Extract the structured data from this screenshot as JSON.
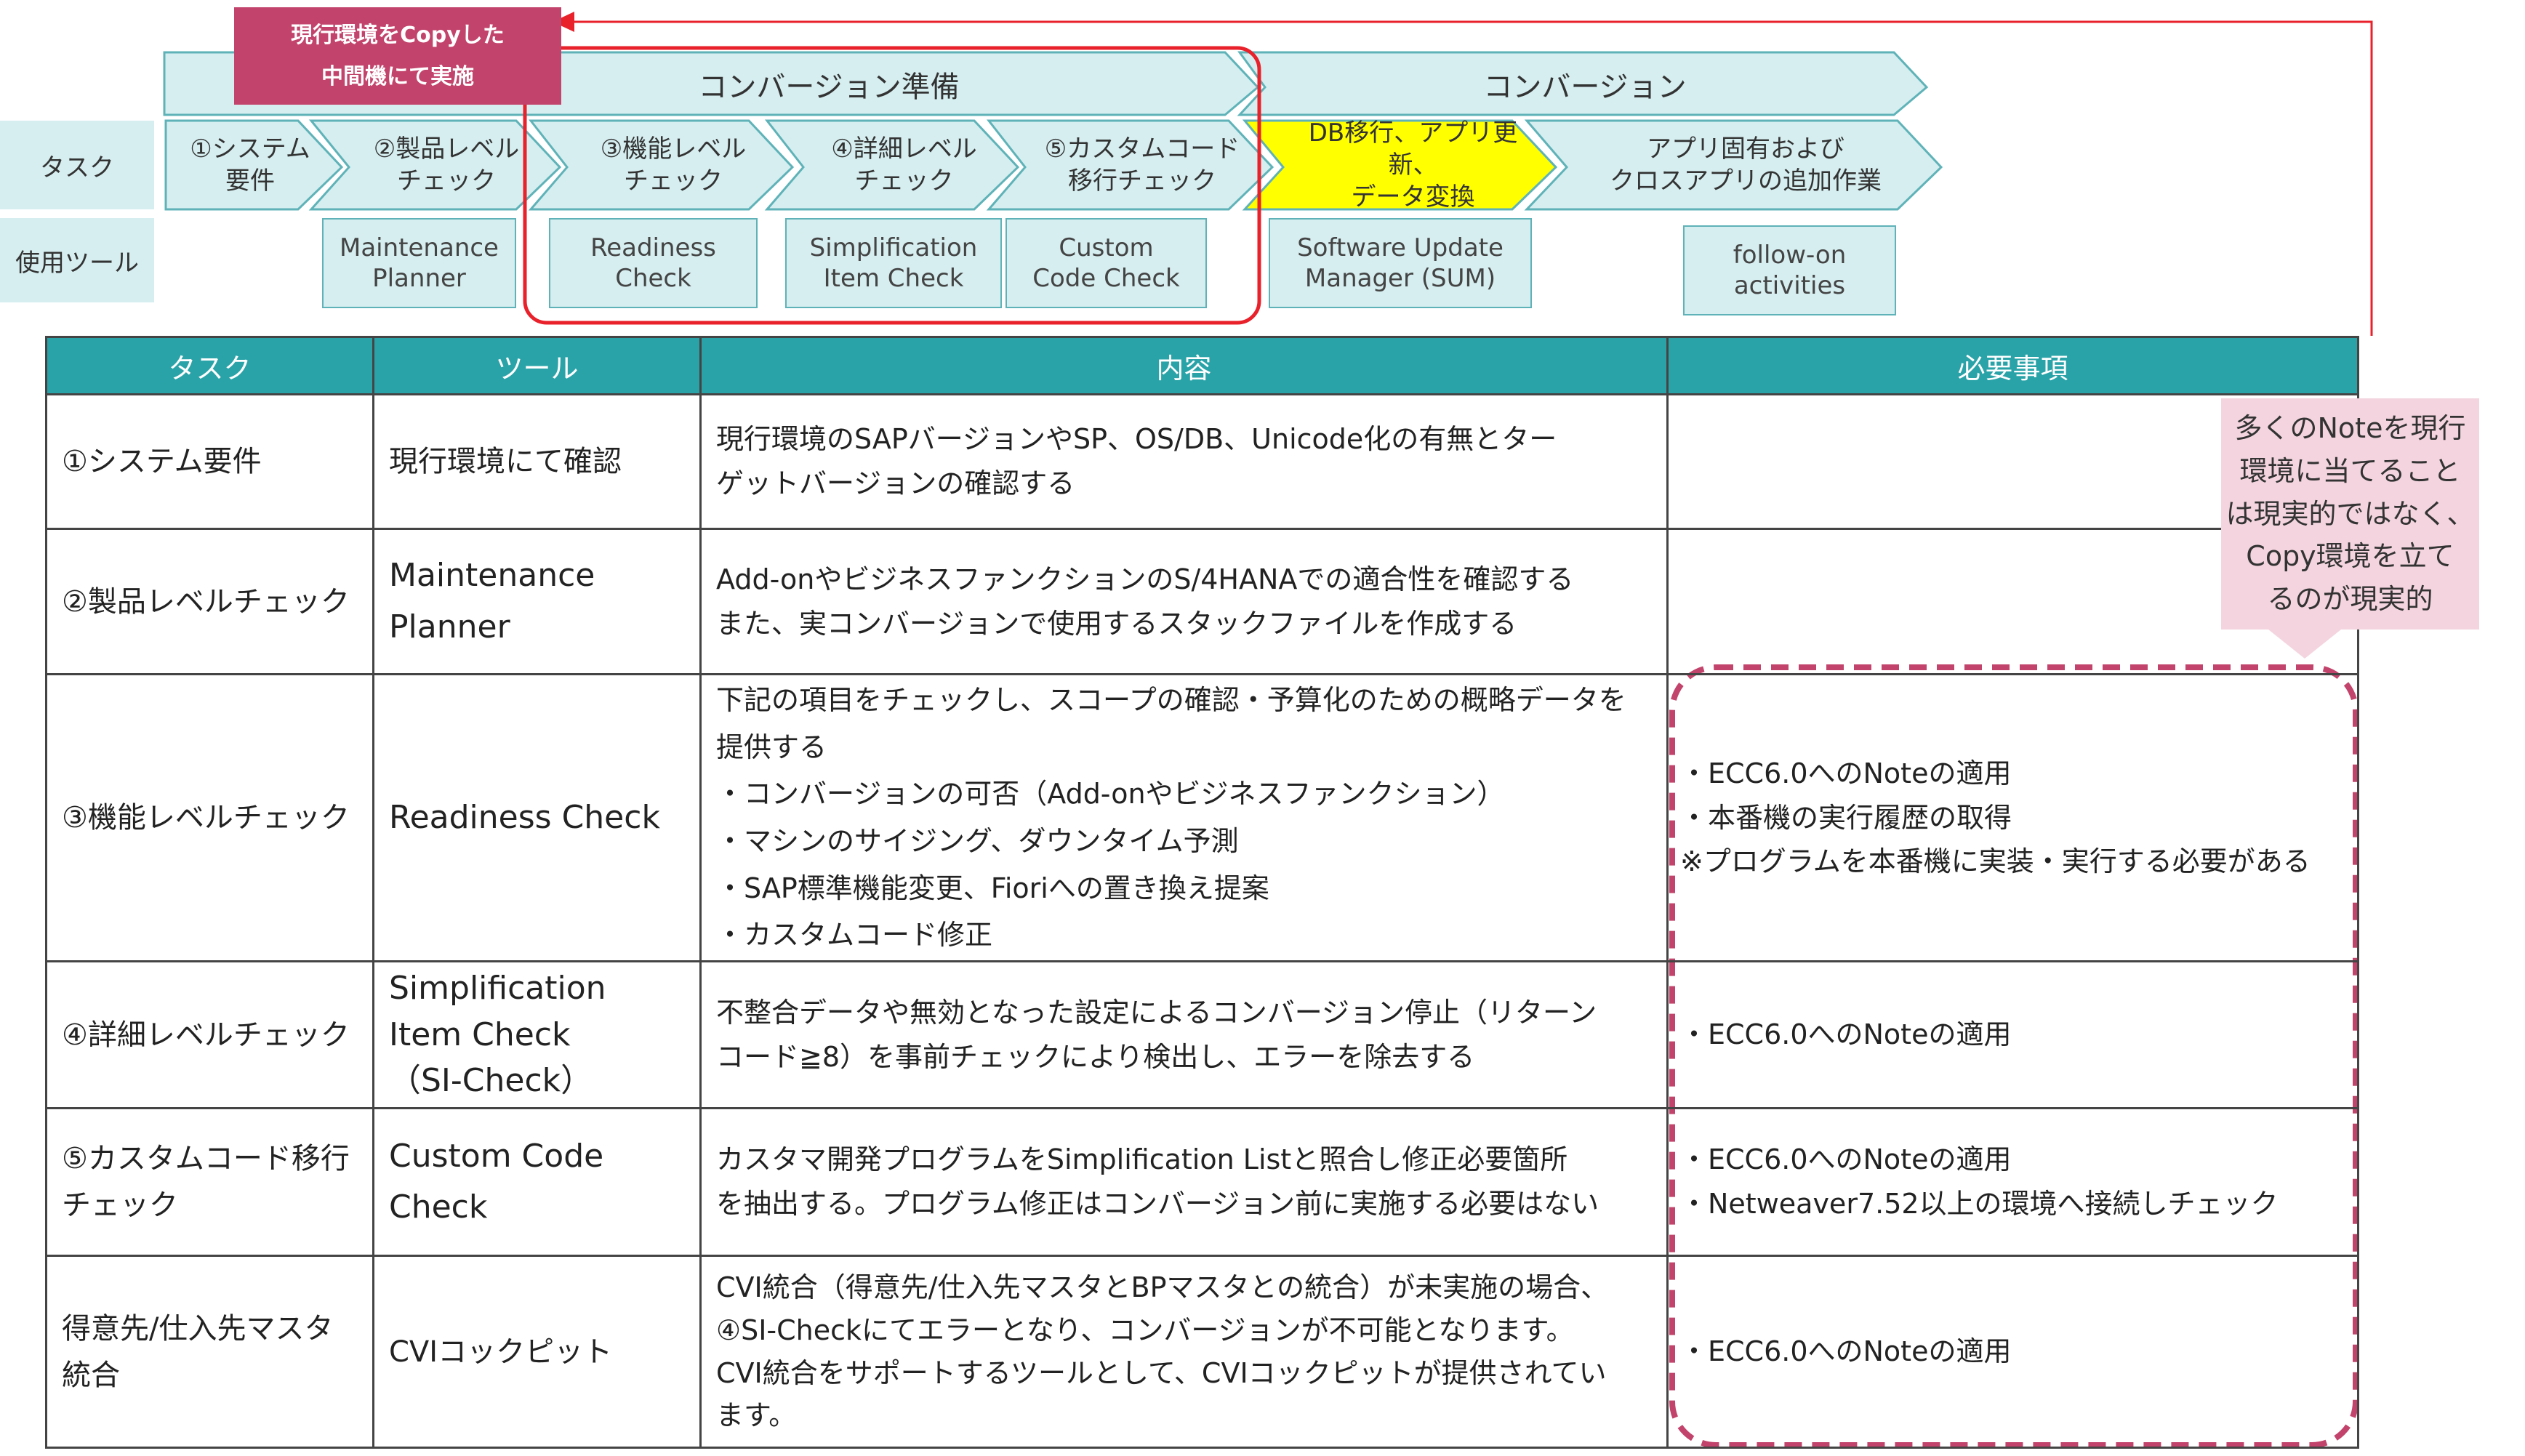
{
  "callout": {
    "line1": "現行環境をCopyした",
    "line2": "中間機にて実施"
  },
  "phases": {
    "prep": "コンバージョン準備",
    "conv": "コンバージョン"
  },
  "row_labels": {
    "task": "タスク",
    "tool": "使用ツール"
  },
  "tasks": [
    "①システム\n要件",
    "②製品レベル\nチェック",
    "③機能レベル\nチェック",
    "④詳細レベル\nチェック",
    "⑤カスタムコード\n移行チェック",
    "DB移行、アプリ更新、\nデータ変換",
    "アプリ固有および\nクロスアプリの追加作業"
  ],
  "tools": [
    "Maintenance\nPlanner",
    "Readiness\nCheck",
    "Simplification\nItem Check",
    "Custom\nCode Check",
    "Software Update\nManager (SUM)",
    "follow-on\nactivities"
  ],
  "note": "多くのNoteを現行\n環境に当てること\nは現実的ではなく、\nCopy環境を立て\nるのが現実的",
  "table": {
    "headers": [
      "タスク",
      "ツール",
      "内容",
      "必要事項"
    ],
    "rows": [
      {
        "task": "①システム要件",
        "tool": "現行環境にて確認",
        "content": "現行環境のSAPバージョンやSP、OS/DB、Unicode化の有無とター\nゲットバージョンの確認する",
        "req": ""
      },
      {
        "task": "②製品レベルチェック",
        "tool": "Maintenance\nPlanner",
        "content": "Add-onやビジネスファンクションのS/4HANAでの適合性を確認する\nまた、実コンバージョンで使用するスタックファイルを作成する",
        "req": ""
      },
      {
        "task": "③機能レベルチェック",
        "tool": "Readiness Check",
        "content": "下記の項目をチェックし、スコープの確認・予算化のための概略データを\n提供する\n・コンバージョンの可否（Add-onやビジネスファンクション）\n・マシンのサイジング、ダウンタイム予測\n・SAP標準機能変更、Fioriへの置き換え提案\n・カスタムコード修正",
        "req": "・ECC6.0へのNoteの適用\n・本番機の実行履歴の取得\n※プログラムを本番機に実装・実行する必要がある"
      },
      {
        "task": "④詳細レベルチェック",
        "tool": "Simplification\nItem Check\n（SI-Check）",
        "content": "不整合データや無効となった設定によるコンバージョン停止（リターン\nコード≧8）を事前チェックにより検出し、エラーを除去する",
        "req": "・ECC6.0へのNoteの適用"
      },
      {
        "task": "⑤カスタムコード移行\nチェック",
        "tool": "Custom Code\nCheck",
        "content": "カスタマ開発プログラムをSimplification Listと照合し修正必要箇所\nを抽出する。プログラム修正はコンバージョン前に実施する必要はない",
        "req": "・ECC6.0へのNoteの適用\n・Netweaver7.52以上の環境へ接続しチェック"
      },
      {
        "task": "得意先/仕入先マスタ\n統合",
        "tool": "CVIコックピット",
        "content": "CVI統合（得意先/仕入先マスタとBPマスタとの統合）が未実施の場合、\n④SI-Checkにてエラーとなり、コンバージョンが不可能となります。\nCVI統合をサポートするツールとして、CVIコックピットが提供されてい\nます。",
        "req": "・ECC6.0へのNoteの適用"
      }
    ]
  },
  "colors": {
    "teal": "#2aa3a8",
    "teal_light": "#d6eef0",
    "chev_stroke": "#5fb3b8",
    "highlight": "#ffff00",
    "red": "#e8212b",
    "pink": "#c2436b",
    "pink_light": "#f4d5df"
  }
}
